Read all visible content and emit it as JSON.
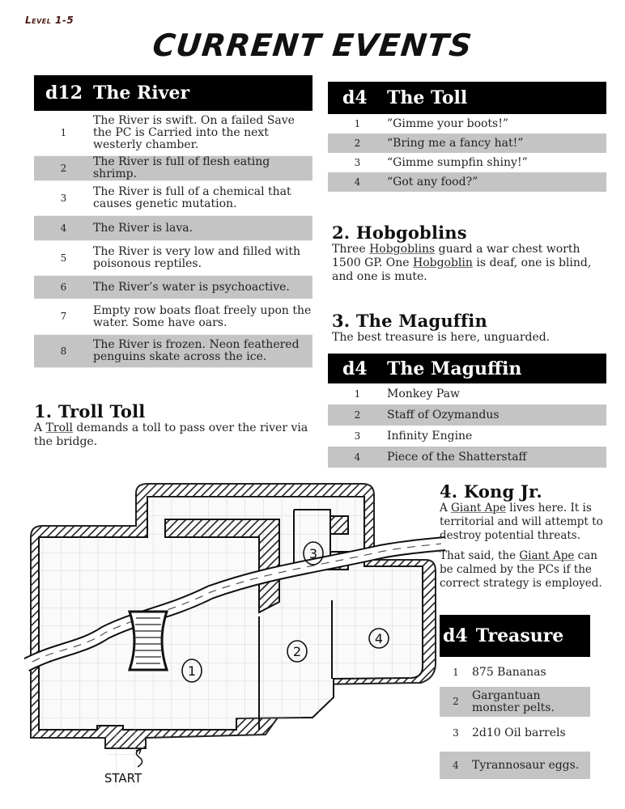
{
  "page": {
    "level": "Level 1-5",
    "title": "CURRENT EVENTS"
  },
  "river_table": {
    "die": "d12",
    "title": "The River",
    "rows": [
      {
        "num": "1",
        "text": "The River is swift. On a failed Save the PC is Carried into the next westerly chamber."
      },
      {
        "num": "2",
        "text": "The River is full of flesh eating shrimp."
      },
      {
        "num": "3",
        "text": "The River is full of a chemical that causes genetic mutation."
      },
      {
        "num": "4",
        "text": "The River is lava."
      },
      {
        "num": "5",
        "text": "The River is very low and filled with poisonous reptiles."
      },
      {
        "num": "6",
        "text": "The River’s water is psychoactive."
      },
      {
        "num": "7",
        "text": "Empty row boats float freely upon the water.  Some have oars."
      },
      {
        "num": "8",
        "text": "The River is frozen. Neon feathered penguins skate across the ice."
      }
    ]
  },
  "toll_table": {
    "die": "d4",
    "title": "The Toll",
    "rows": [
      {
        "num": "1",
        "text": "”Gimme your boots!”"
      },
      {
        "num": "2",
        "text": "“Bring me a fancy hat!”"
      },
      {
        "num": "3",
        "text": "“Gimme sumpfin shiny!”"
      },
      {
        "num": "4",
        "text": "“Got any food?”"
      }
    ]
  },
  "maguffin_table": {
    "die": "d4",
    "title": "The Maguffin",
    "rows": [
      {
        "num": "1",
        "text": "Monkey Paw"
      },
      {
        "num": "2",
        "text": "Staff of Ozymandus"
      },
      {
        "num": "3",
        "text": "Infinity Engine"
      },
      {
        "num": "4",
        "text": "Piece of the Shatterstaff"
      }
    ]
  },
  "treasure_table": {
    "die": "d4",
    "title": "Treasure",
    "rows": [
      {
        "num": "1",
        "text": "875 Bananas"
      },
      {
        "num": "2",
        "text": "Gargantuan monster pelts."
      },
      {
        "num": "3",
        "text": "2d10 Oil barrels"
      },
      {
        "num": "4",
        "text": "Tyrannosaur eggs."
      }
    ]
  },
  "sections": {
    "troll": {
      "heading": "1. Troll Toll",
      "p1_pre": "A ",
      "p1_link": "Troll",
      "p1_post": " demands a toll to pass over the river via the bridge."
    },
    "hobgoblins": {
      "heading": "2. Hobgoblins",
      "pre": "Three ",
      "link1": "Hobgoblins",
      "mid": " guard a war chest worth 1500 GP. One ",
      "link2": "Hobgoblin",
      "post": " is deaf, one is blind, and one is mute."
    },
    "maguffin": {
      "heading": "3. The Maguffin",
      "text": "The best treasure is here, unguarded."
    },
    "kong": {
      "heading": "4. Kong Jr.",
      "p1_pre": "A ",
      "p1_link": "Giant Ape",
      "p1_post": " lives here.  It is territorial and will attempt to destroy potential threats.",
      "p2_pre": "That said, the ",
      "p2_link": "Giant Ape",
      "p2_post": " can be calmed by the PCs if the correct strategy is employed."
    }
  },
  "map": {
    "room_labels": [
      "1",
      "2",
      "3",
      "4"
    ],
    "start_label": "START"
  },
  "colors": {
    "header_bg": "#000000",
    "row_alt_bg": "#c4c4c4",
    "level_text": "#4a1a14"
  }
}
